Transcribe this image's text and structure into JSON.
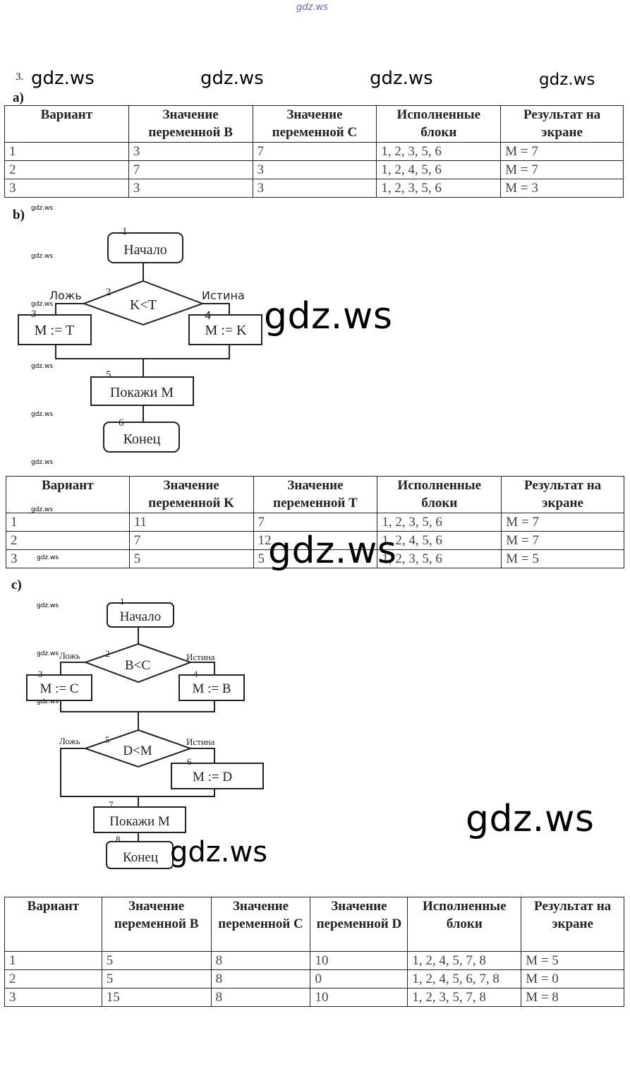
{
  "watermark": "gdz.ws",
  "task_number": "3.",
  "sections": {
    "a": {
      "label": "a)"
    },
    "b": {
      "label": "b)"
    },
    "c": {
      "label": "c)"
    }
  },
  "table_a": {
    "headers": [
      "Вариант",
      "Значение переменной B",
      "Значение переменной C",
      "Исполненные блоки",
      "Результат на экране"
    ],
    "rows": [
      [
        "1",
        "3",
        "7",
        "1, 2, 3, 5, 6",
        "M = 7"
      ],
      [
        "2",
        "7",
        "3",
        "1, 2, 4, 5, 6",
        "M = 7"
      ],
      [
        "3",
        "3",
        "3",
        "1, 2, 3, 5, 6",
        "M = 3"
      ]
    ]
  },
  "flowchart_b": {
    "start": {
      "num": "1",
      "text": "Начало"
    },
    "decision": {
      "num": "2",
      "text": "K<T",
      "false_label": "Ложь",
      "true_label": "Истина"
    },
    "false_branch": {
      "num": "3",
      "text": "M := T"
    },
    "true_branch": {
      "num": "4",
      "text": "M := K"
    },
    "output": {
      "num": "5",
      "text": "Покажи M"
    },
    "end": {
      "num": "6",
      "text": "Конец"
    }
  },
  "table_b": {
    "headers": [
      "Вариант",
      "Значение переменной K",
      "Значение переменной T",
      "Исполненные блоки",
      "Результат на экране"
    ],
    "rows": [
      [
        "1",
        "11",
        "7",
        "1, 2, 3, 5, 6",
        "M = 7"
      ],
      [
        "2",
        "7",
        "12",
        "1, 2, 4, 5, 6",
        "M = 7"
      ],
      [
        "3",
        "5",
        "5",
        "1, 2, 3, 5, 6",
        "M = 5"
      ]
    ]
  },
  "flowchart_c": {
    "start": {
      "num": "1",
      "text": "Начало"
    },
    "decision1": {
      "num": "2",
      "text": "B<C",
      "false_label": "Ложь",
      "true_label": "Истина"
    },
    "false_branch1": {
      "num": "3",
      "text": "M := C"
    },
    "true_branch1": {
      "num": "4",
      "text": "M := B"
    },
    "decision2": {
      "num": "5",
      "text": "D<M",
      "false_label": "Ложь",
      "true_label": "Истина"
    },
    "true_branch2": {
      "num": "6",
      "text": "M := D"
    },
    "output": {
      "num": "7",
      "text": "Покажи M"
    },
    "end": {
      "num": "8",
      "text": "Конец"
    }
  },
  "table_c": {
    "headers": [
      "Вариант",
      "Значение переменной B",
      "Значение переменной C",
      "Значение переменной D",
      "Исполненные блоки",
      "Результат на экране"
    ],
    "rows": [
      [
        "1",
        "5",
        "8",
        "10",
        "1, 2, 4, 5, 7, 8",
        "M = 5"
      ],
      [
        "2",
        "5",
        "8",
        "0",
        "1, 2, 4, 5, 6, 7, 8",
        "M = 0"
      ],
      [
        "3",
        "15",
        "8",
        "10",
        "1, 2, 3, 5, 7, 8",
        "M = 8"
      ]
    ]
  }
}
